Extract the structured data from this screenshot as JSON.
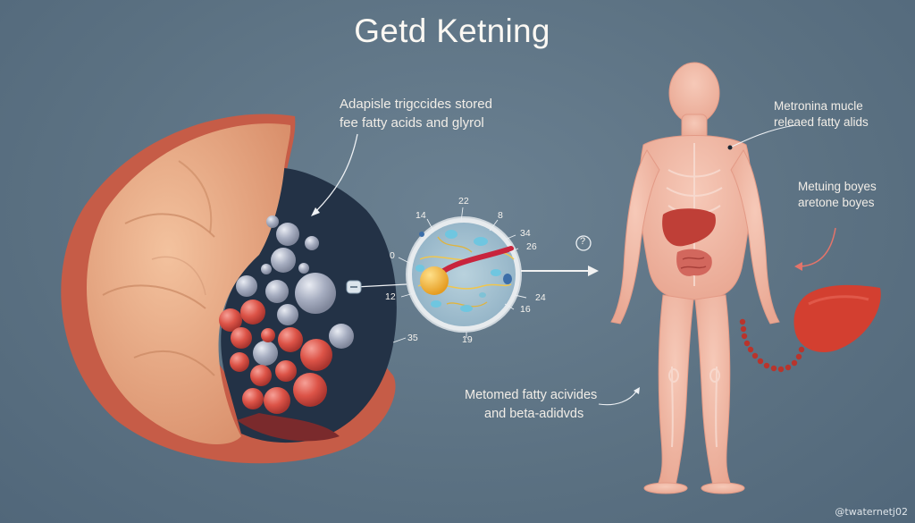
{
  "title": "Getd Ketning",
  "labels": {
    "adipose_line1": "Adapisle trigccides stored",
    "adipose_line2": "fee fatty acids and glyrol",
    "muscle_line1": "Metronina mucle",
    "muscle_line2": "releaed fatty alids",
    "ketone_line1": "Metuing boyes",
    "ketone_line2": "aretone boyes",
    "metabolized_line1": "Metomed fatty acivides",
    "metabolized_line2": "and beta-adidvds"
  },
  "cell_numbers": {
    "n14": "14",
    "n22": "22",
    "n8": "8",
    "n34": "34",
    "n26": "26",
    "n0": "0",
    "n12": "12",
    "n24": "24",
    "n16": "16",
    "n19": "19",
    "n35": "35"
  },
  "question_marker": "?",
  "watermark": "@twaternetj02",
  "colors": {
    "background": "#5d7384",
    "adipose_rim": "#c9604a",
    "adipose_tissue": "#e7a982",
    "body": "#f0b5a3",
    "liver": "#c2413a",
    "arrow": "#f2f2f2",
    "ketone_arrow": "#e4746a"
  }
}
